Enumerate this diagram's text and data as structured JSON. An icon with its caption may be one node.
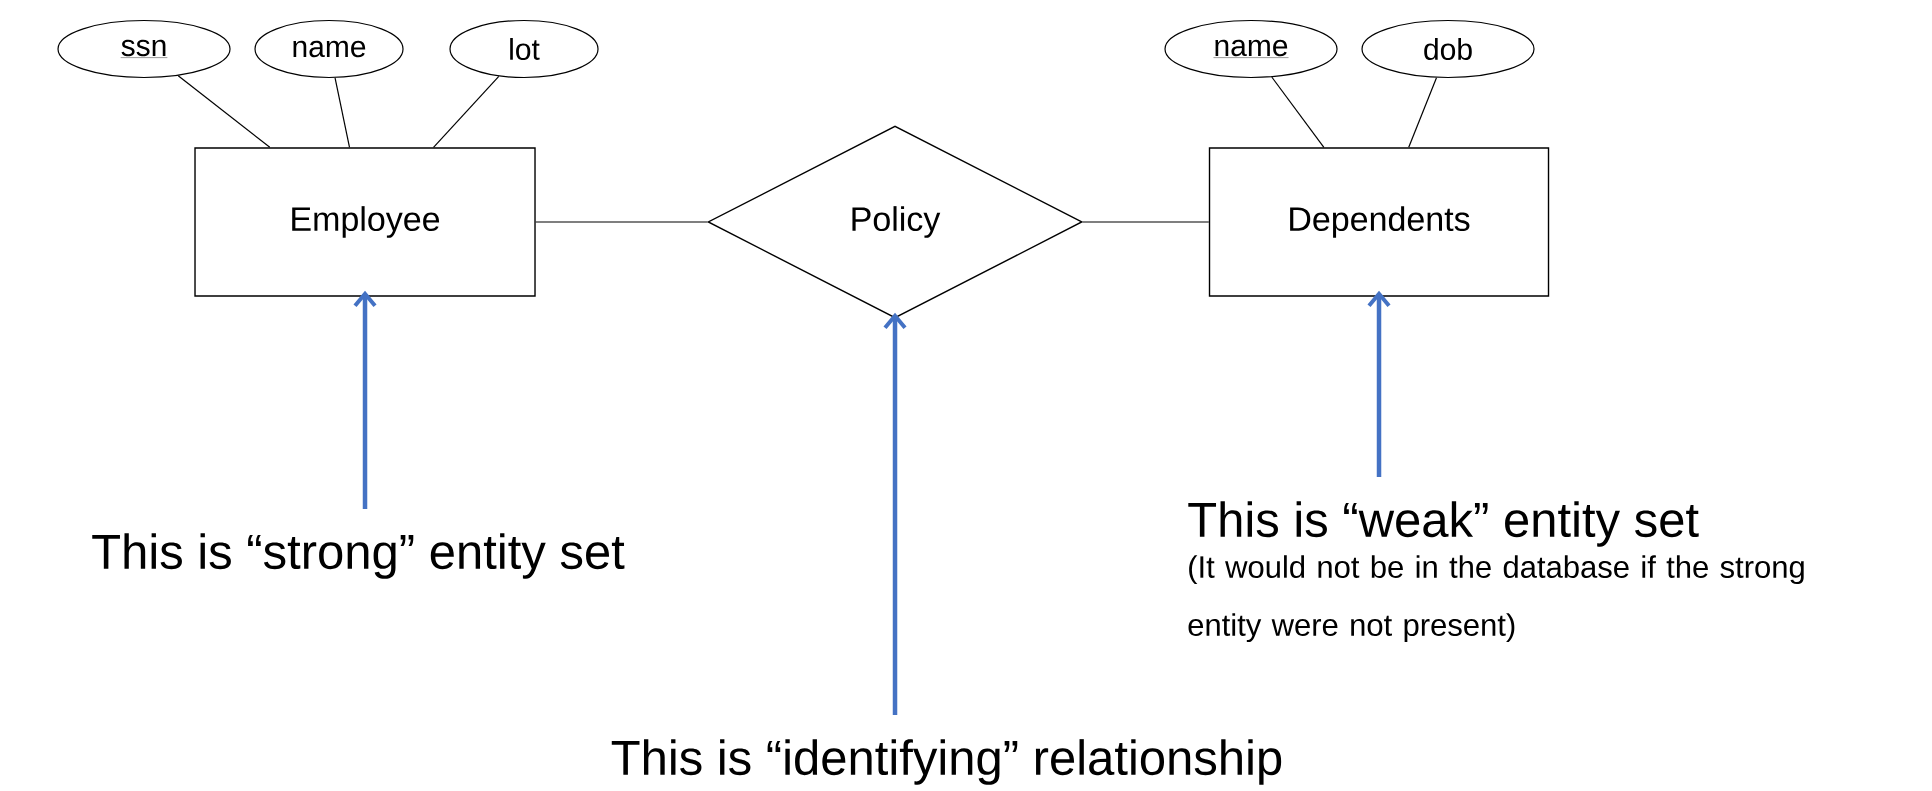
{
  "diagram": {
    "nodes": [
      {
        "text": [
          "ssn"
        ]
      },
      {
        "text": [
          "name"
        ]
      },
      {
        "text": [
          "lot"
        ]
      },
      {
        "text": [
          "Employee"
        ]
      },
      {
        "text": [
          "Policy"
        ]
      },
      {
        "text": [
          "Dependents"
        ]
      },
      {
        "text": [
          "name"
        ]
      },
      {
        "text": [
          "dob"
        ]
      },
      {
        "text": [
          "This is “strong” entity set"
        ]
      },
      {
        "text": [
          "This is “identifying” relationship"
        ]
      },
      {
        "text": [
          "This is “weak” entity set"
        ],
        "beside": [
          "(It would not be in the database if the strong entity were not present)"
        ]
      }
    ],
    "edges": [
      {
        "from": 0,
        "to": 3,
        "arrow": "none"
      },
      {
        "from": 1,
        "to": 3,
        "arrow": "none"
      },
      {
        "from": 2,
        "to": 3,
        "arrow": "none"
      },
      {
        "from": 3,
        "to": 4,
        "arrow": "none"
      },
      {
        "from": 4,
        "to": 5,
        "arrow": "none"
      },
      {
        "from": 6,
        "to": 5,
        "arrow": "none"
      },
      {
        "from": 7,
        "to": 5,
        "arrow": "none"
      },
      {
        "from": 8,
        "to": 3,
        "arrow": "to",
        "style": "thick",
        "color": "#4472c4"
      },
      {
        "from": 9,
        "to": 4,
        "arrow": "to",
        "style": "thick",
        "color": "#4472c4"
      },
      {
        "from": 10,
        "to": 5,
        "arrow": "to",
        "style": "thick",
        "color": "#4472c4"
      }
    ]
  }
}
